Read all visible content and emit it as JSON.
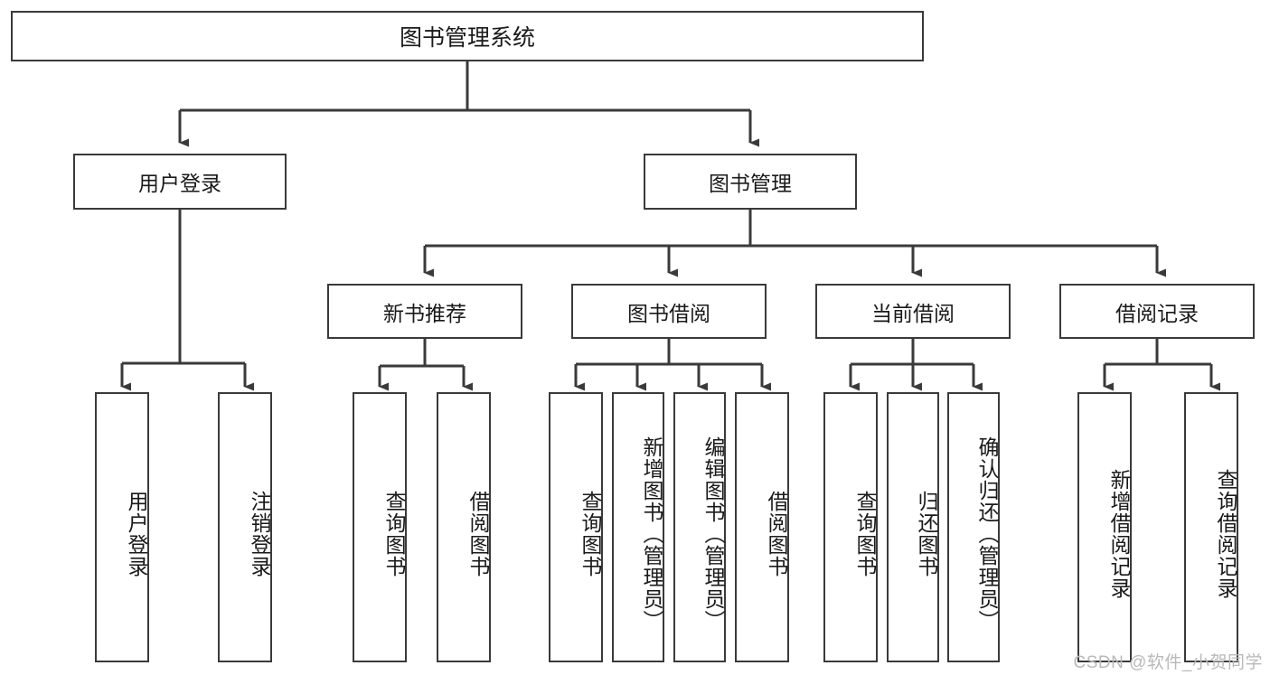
{
  "diagram": {
    "title": "图书管理系统",
    "type": "hierarchy-tree",
    "colors": {
      "box_border": "#3a3a3a",
      "box_fill": "#ffffff",
      "connector": "#3a3a3a",
      "text": "#1a1a1a",
      "watermark": "#b9b9b9"
    },
    "root": {
      "label": "图书管理系统"
    },
    "level2": [
      {
        "label": "用户登录"
      },
      {
        "label": "图书管理"
      }
    ],
    "level3": [
      {
        "label": "新书推荐"
      },
      {
        "label": "图书借阅"
      },
      {
        "label": "当前借阅"
      },
      {
        "label": "借阅记录"
      }
    ],
    "leaves": {
      "user_login": [
        {
          "label": "用户登录"
        },
        {
          "label": "注销登录"
        }
      ],
      "new_book_recommend": [
        {
          "label": "查询图书"
        },
        {
          "label": "借阅图书"
        }
      ],
      "book_borrow": [
        {
          "label": "查询图书"
        },
        {
          "label": "新增图书（管理员）"
        },
        {
          "label": "编辑图书（管理员）"
        },
        {
          "label": "借阅图书"
        }
      ],
      "current_borrow": [
        {
          "label": "查询图书"
        },
        {
          "label": "归还图书"
        },
        {
          "label": "确认归还（管理员）"
        }
      ],
      "borrow_record": [
        {
          "label": "新增借阅记录"
        },
        {
          "label": "查询借阅记录"
        }
      ]
    }
  },
  "watermark": {
    "text": "CSDN @软件_小贺同学"
  }
}
